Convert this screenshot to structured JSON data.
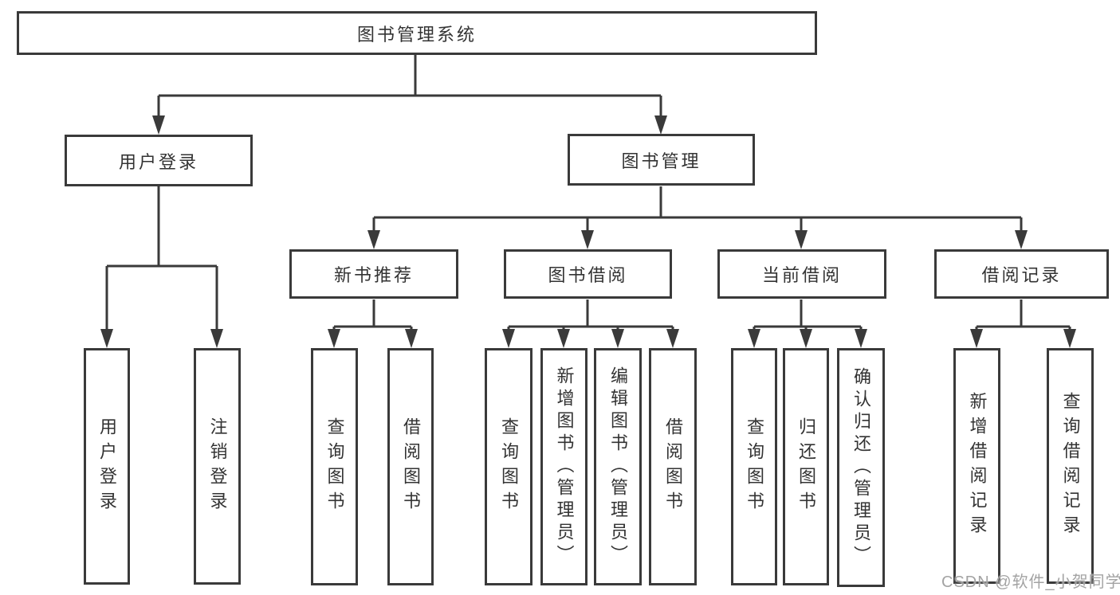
{
  "diagram_title": "图书管理系统",
  "tree": {
    "label": "图书管理系统",
    "children": [
      {
        "label": "用户登录",
        "children": [
          {
            "label": "用户登录"
          },
          {
            "label": "注销登录"
          }
        ]
      },
      {
        "label": "图书管理",
        "children": [
          {
            "label": "新书推荐",
            "children": [
              {
                "label": "查询图书"
              },
              {
                "label": "借阅图书"
              }
            ]
          },
          {
            "label": "图书借阅",
            "children": [
              {
                "label": "查询图书"
              },
              {
                "label": "新增图书（管理员）"
              },
              {
                "label": "编辑图书（管理员）"
              },
              {
                "label": "借阅图书"
              }
            ]
          },
          {
            "label": "当前借阅",
            "children": [
              {
                "label": "查询图书"
              },
              {
                "label": "归还图书"
              },
              {
                "label": "确认归还（管理员）"
              }
            ]
          },
          {
            "label": "借阅记录",
            "children": [
              {
                "label": "新增借阅记录"
              },
              {
                "label": "查询借阅记录"
              }
            ]
          }
        ]
      }
    ]
  },
  "watermark": {
    "text": "CSDN @软件_小贺同学"
  },
  "colors": {
    "line": "#3a3a3a",
    "box_border": "#3a3a3a",
    "box_fill": "#ffffff",
    "text": "#333333",
    "watermark_text": "#9e9e9e",
    "background": "#ffffff"
  }
}
